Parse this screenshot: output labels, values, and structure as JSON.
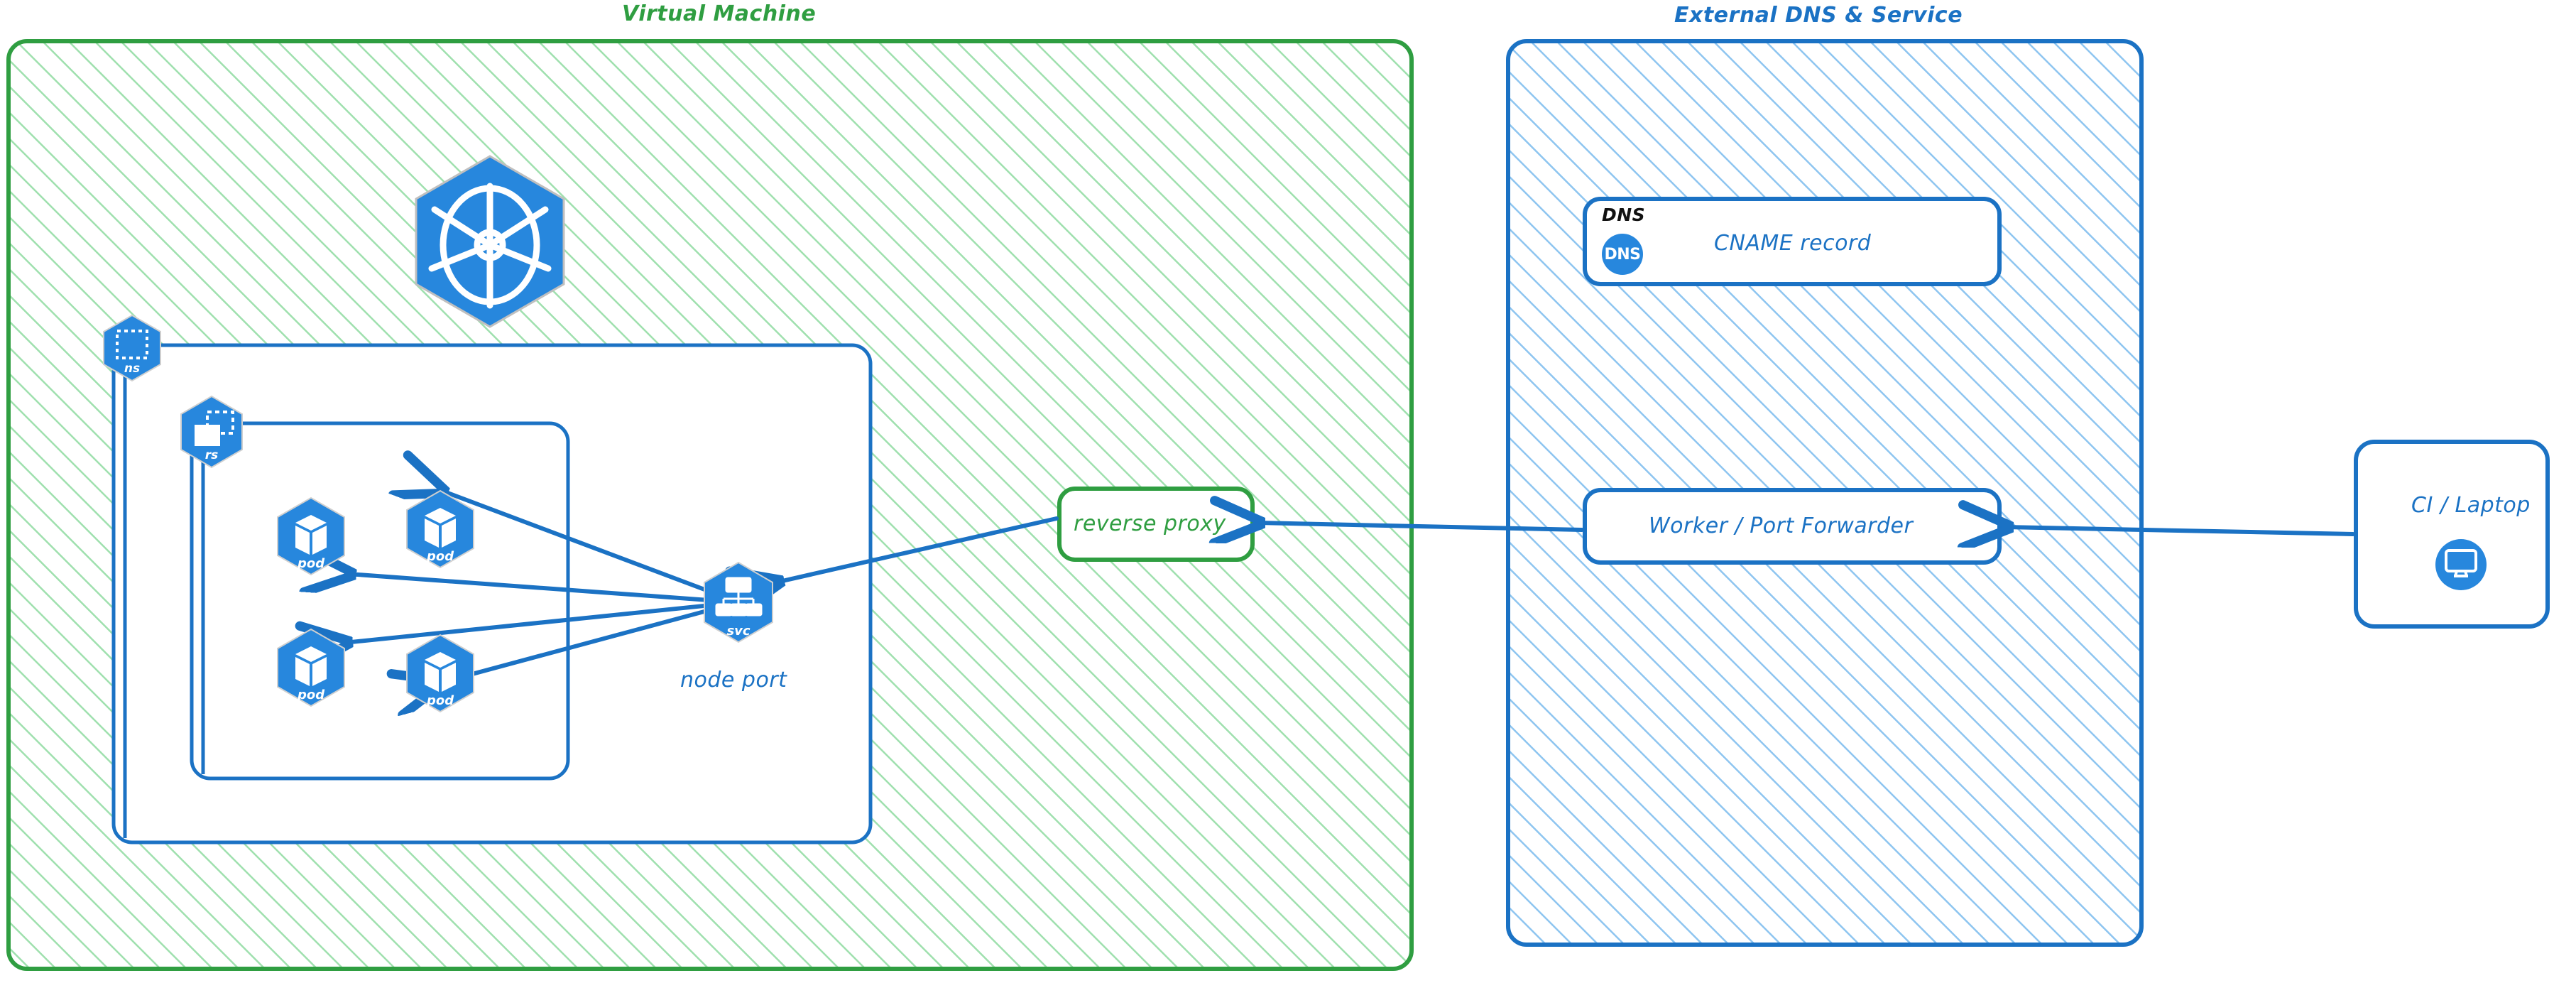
{
  "diagram": {
    "type": "architecture-diagram",
    "style": "hand-drawn-excalidraw",
    "colors": {
      "green_stroke": "#2f9e41",
      "green_hatch": "#9fe0ae",
      "blue_stroke": "#1b72c4",
      "blue_hatch": "#8ec5f0",
      "k8s_blue": "#2787dd",
      "text_black": "#111111"
    }
  },
  "groups": {
    "vm": {
      "title": "Virtual Machine"
    },
    "external": {
      "title": "External DNS & Service"
    },
    "dns": {
      "title": "DNS"
    }
  },
  "k8s": {
    "cluster_logo_name": "kubernetes-logo",
    "namespace": {
      "label": "ns"
    },
    "replicaset": {
      "label": "rs"
    },
    "service": {
      "label": "svc",
      "caption": "node port"
    },
    "pods": [
      {
        "label": "pod"
      },
      {
        "label": "pod"
      },
      {
        "label": "pod"
      },
      {
        "label": "pod"
      }
    ]
  },
  "nodes": {
    "reverse_proxy": {
      "label": "reverse proxy"
    },
    "cname_record": {
      "label": "CNAME record",
      "badge": "DNS"
    },
    "worker": {
      "label": "Worker / Port Forwarder"
    },
    "ci_laptop": {
      "label": "CI / Laptop",
      "icon": "desktop-monitor-icon"
    }
  },
  "edges": [
    {
      "from": "svc",
      "to": "pod-1"
    },
    {
      "from": "svc",
      "to": "pod-2"
    },
    {
      "from": "svc",
      "to": "pod-3"
    },
    {
      "from": "svc",
      "to": "pod-4"
    },
    {
      "from": "reverse-proxy",
      "to": "svc"
    },
    {
      "from": "worker",
      "to": "reverse-proxy"
    },
    {
      "from": "ci-laptop",
      "to": "worker"
    }
  ]
}
